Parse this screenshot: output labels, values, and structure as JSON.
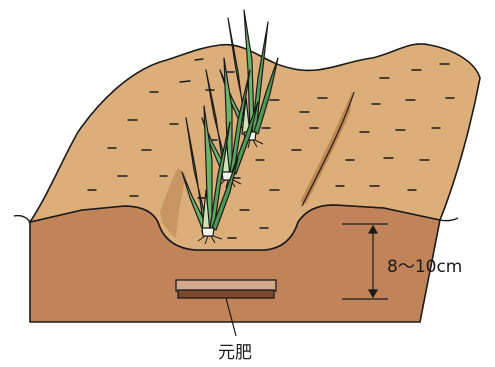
{
  "labels": {
    "depth": "8～10cm",
    "fertilizer": "元肥"
  },
  "colors": {
    "soil_top": "#dcae7a",
    "soil_section": "#c0835a",
    "fertilizer_top": "#d2a98a",
    "fertilizer_bottom": "#7a4a2c",
    "leaf_green": "#59a35c",
    "leaf_light": "#cfe3b7",
    "outline": "#1b1b1b"
  },
  "icons": [
    "leek-seedlings-illustration",
    "depth-dimension-arrow",
    "fertilizer-layer"
  ]
}
